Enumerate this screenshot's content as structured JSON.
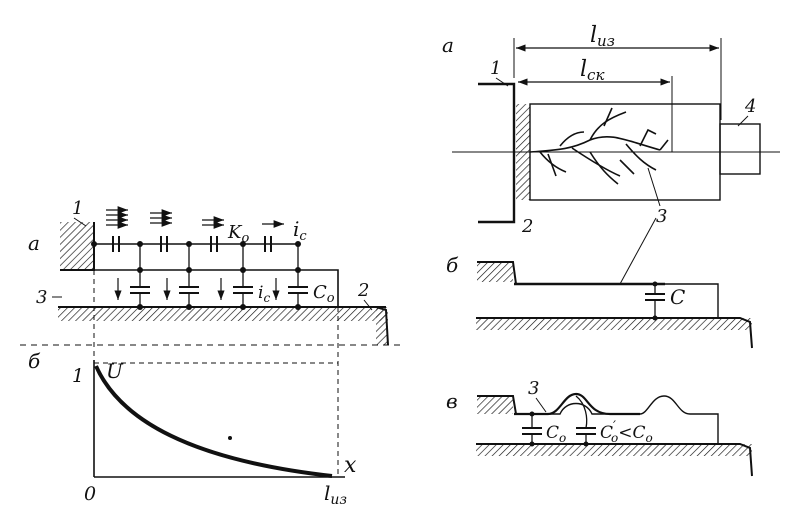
{
  "left_a": {
    "panel_letter": "а",
    "callout_1": "1",
    "callout_2": "2",
    "callout_3": "3",
    "series_cap_label": "K",
    "series_cap_sub": "o",
    "current_label": "i",
    "current_sub": "c",
    "shunt_current_label": "i",
    "shunt_current_sub": "c",
    "shunt_cap_label": "C",
    "shunt_cap_sub": "o"
  },
  "left_b": {
    "panel_letter": "б",
    "y_value_label": "1",
    "y_axis_label": "U",
    "x_axis_label": "x",
    "origin_label": "0",
    "x_end_label": "l",
    "x_end_sub": "из"
  },
  "right_a": {
    "panel_letter": "а",
    "dim_total_label": "l",
    "dim_total_sub": "из",
    "dim_slide_label": "l",
    "dim_slide_sub": "ск",
    "callout_1": "1",
    "callout_2": "2",
    "callout_3": "3",
    "callout_4": "4"
  },
  "right_b": {
    "panel_letter": "б",
    "cap_label": "C"
  },
  "right_c": {
    "panel_letter": "в",
    "callout_3": "3",
    "cap1_label": "C",
    "cap1_sub": "o",
    "cap2_label": "C",
    "cap2_sup": "′",
    "cap2_sub": "o",
    "cap2_rel": "<C",
    "cap2_rel_sub": "o"
  }
}
